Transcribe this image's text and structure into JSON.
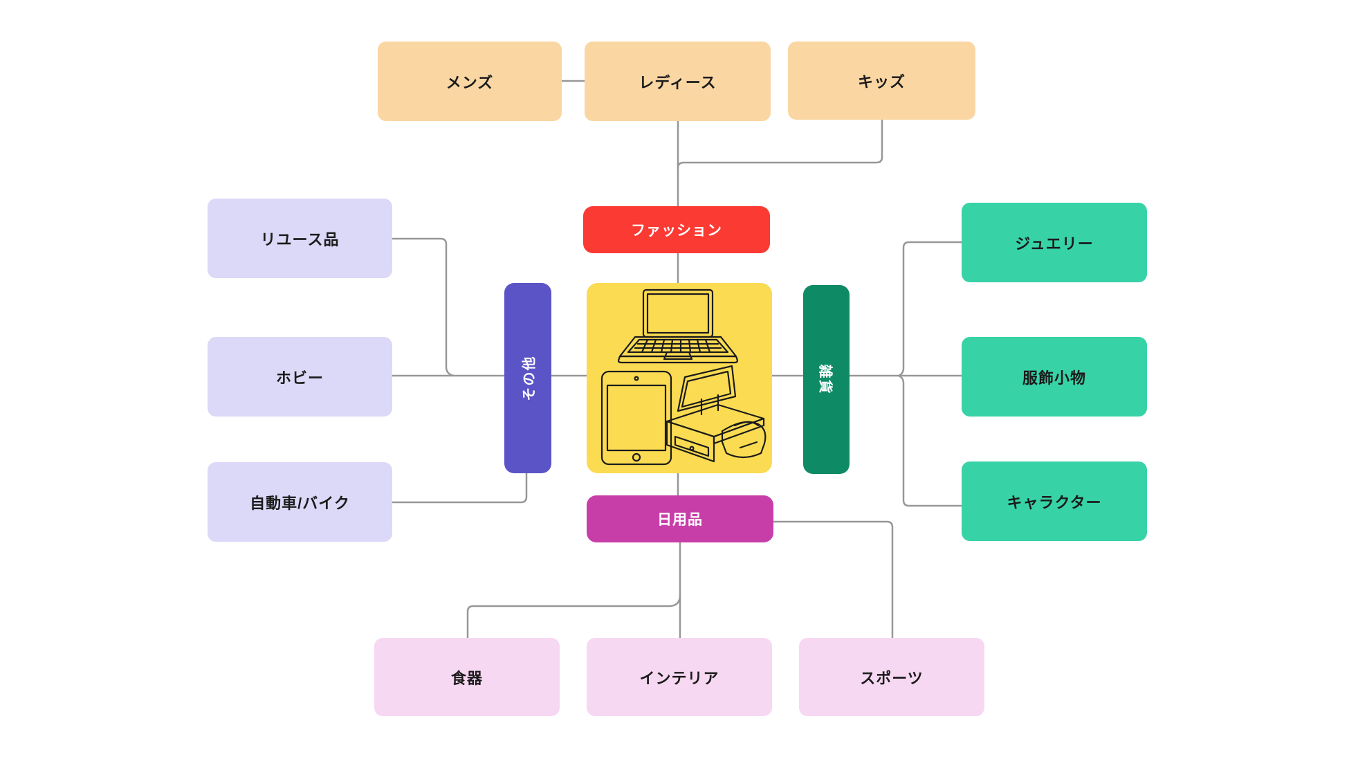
{
  "diagram_title": "",
  "nodes": {
    "mens": {
      "label": "メンズ",
      "color": "#fad6a3",
      "level": "child of fashion"
    },
    "ladies": {
      "label": "レディース",
      "color": "#fad6a3",
      "level": "child of fashion"
    },
    "kids": {
      "label": "キッズ",
      "color": "#fad6a3",
      "level": "child of fashion"
    },
    "fashion": {
      "label": "ファッション",
      "color": "#fb3a33",
      "level": "category"
    },
    "reuse": {
      "label": "リユース品",
      "color": "#dcd8f8",
      "level": "child of others"
    },
    "hobby": {
      "label": "ホビー",
      "color": "#dcd8f8",
      "level": "child of others"
    },
    "car_bike": {
      "label": "自動車/バイク",
      "color": "#dcd8f8",
      "level": "child of others"
    },
    "others": {
      "label": "その他",
      "color": "#5a54c6",
      "level": "category",
      "text_orientation": "vertical"
    },
    "general_goods": {
      "label": "雑貨",
      "color": "#0e8a65",
      "level": "category",
      "text_orientation": "vertical"
    },
    "jewelry": {
      "label": "ジュエリー",
      "color": "#37d3a7",
      "level": "child of general_goods"
    },
    "accessories": {
      "label": "服飾小物",
      "color": "#37d3a7",
      "level": "child of general_goods"
    },
    "character": {
      "label": "キャラクター",
      "color": "#37d3a7",
      "level": "child of general_goods"
    },
    "daily_goods": {
      "label": "日用品",
      "color": "#c83ea9",
      "level": "category"
    },
    "tableware": {
      "label": "食器",
      "color": "#f7d8f2",
      "level": "child of daily_goods"
    },
    "interior": {
      "label": "インテリア",
      "color": "#f7d8f2",
      "level": "child of daily_goods"
    },
    "sports": {
      "label": "スポーツ",
      "color": "#f7d8f2",
      "level": "child of daily_goods"
    }
  },
  "center_node": {
    "label": "",
    "color": "#fadb52",
    "icons": [
      "laptop-icon",
      "tablet-icon",
      "pos-register-icon"
    ]
  },
  "edges": [
    {
      "from": "mens",
      "to": "ladies"
    },
    {
      "from": "ladies",
      "to": "fashion"
    },
    {
      "from": "kids",
      "to": "fashion"
    },
    {
      "from": "fashion",
      "to": "center"
    },
    {
      "from": "reuse",
      "to": "others"
    },
    {
      "from": "hobby",
      "to": "others"
    },
    {
      "from": "car_bike",
      "to": "others"
    },
    {
      "from": "others",
      "to": "center"
    },
    {
      "from": "center",
      "to": "general_goods"
    },
    {
      "from": "general_goods",
      "to": "jewelry"
    },
    {
      "from": "general_goods",
      "to": "accessories"
    },
    {
      "from": "general_goods",
      "to": "character"
    },
    {
      "from": "center",
      "to": "daily_goods"
    },
    {
      "from": "daily_goods",
      "to": "tableware"
    },
    {
      "from": "daily_goods",
      "to": "interior"
    },
    {
      "from": "daily_goods",
      "to": "sports"
    }
  ],
  "palette": {
    "peach": "#fad6a3",
    "lavender": "#dcd8f8",
    "pink": "#f7d8f2",
    "teal": "#37d3a7",
    "red": "#fb3a33",
    "magenta": "#c83ea9",
    "purple": "#5a54c6",
    "dark_green": "#0e8a65",
    "yellow": "#fadb52",
    "edge_gray": "#979797",
    "text_dark": "#1b1b1b",
    "text_light": "#ffffff"
  }
}
